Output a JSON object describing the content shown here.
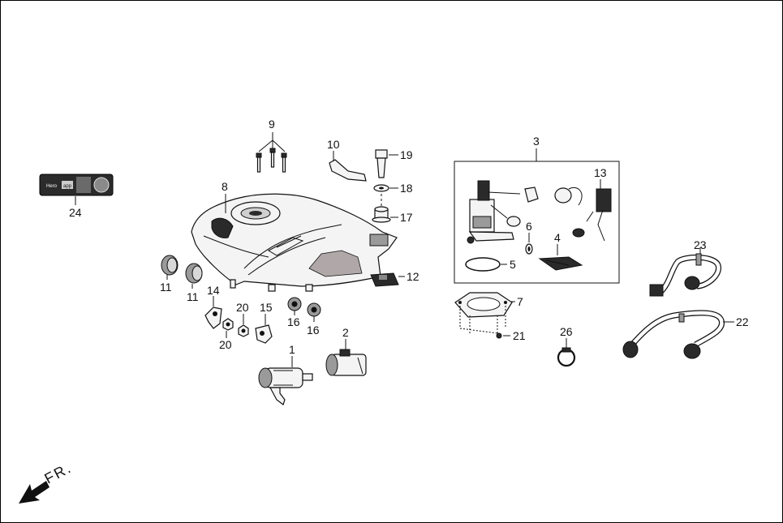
{
  "diagram": {
    "direction_label": "FR.",
    "badge": {
      "brand_text": "Hero",
      "tag_text": "app"
    },
    "callouts": {
      "c1": "1",
      "c2": "2",
      "c3": "3",
      "c4": "4",
      "c5": "5",
      "c6": "6",
      "c7": "7",
      "c8": "8",
      "c9": "9",
      "c10": "10",
      "c11a": "11",
      "c11b": "11",
      "c12": "12",
      "c13": "13",
      "c14": "14",
      "c15": "15",
      "c16a": "16",
      "c16b": "16",
      "c17": "17",
      "c18": "18",
      "c19": "19",
      "c20a": "20",
      "c20b": "20",
      "c21": "21",
      "c22": "22",
      "c23": "23",
      "c24": "24",
      "c26": "26"
    }
  }
}
